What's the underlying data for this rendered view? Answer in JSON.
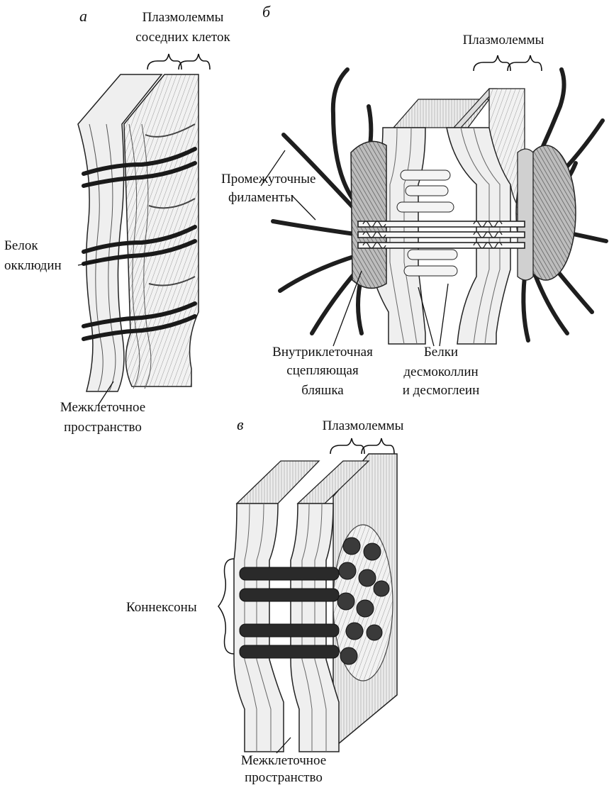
{
  "colors": {
    "ink": "#111111",
    "membrane": "#e6e6e6",
    "dark": "#2a2a2a",
    "paper": "#ffffff"
  },
  "panel_a": {
    "letter": "а",
    "membranes_label_1": "Плазмолеммы",
    "membranes_label_2": "соседних клеток",
    "protein_label_1": "Белок",
    "protein_label_2": "окклюдин",
    "space_label_1": "Межклеточное",
    "space_label_2": "пространство"
  },
  "panel_b": {
    "letter": "б",
    "membranes_label": "Плазмолеммы",
    "filaments_label_1": "Промежуточные",
    "filaments_label_2": "филаменты",
    "plaque_label_1": "Внутриклеточная",
    "plaque_label_2": "сцепляющая",
    "plaque_label_3": "бляшка",
    "proteins_label_1": "Белки",
    "proteins_label_2": "десмоколлин",
    "proteins_label_3": "и десмоглеин"
  },
  "panel_c": {
    "letter": "в",
    "membranes_label": "Плазмолеммы",
    "connexons_label": "Коннексоны",
    "space_label_1": "Межклеточное",
    "space_label_2": "пространство"
  }
}
